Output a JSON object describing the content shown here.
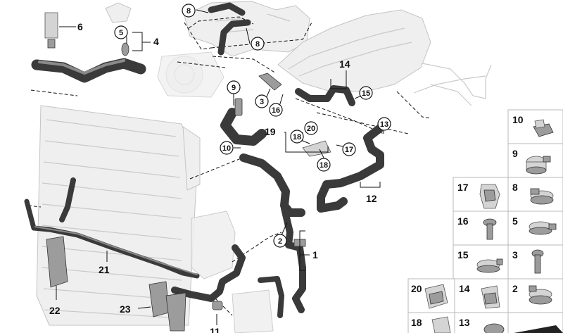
{
  "diagram": {
    "callouts": {
      "c1": "1",
      "c4": "4",
      "c6": "6",
      "c11": "11",
      "c12": "12",
      "c14": "14",
      "c19": "19",
      "c21": "21",
      "c22": "22",
      "c23": "23"
    },
    "circled": {
      "b8a": "8",
      "b8b": "8",
      "b5": "5",
      "b9": "9",
      "b3": "3",
      "b16": "16",
      "b15": "15",
      "b13": "13",
      "b20": "20",
      "b18a": "18",
      "b17": "17",
      "b10": "10",
      "b18b": "18",
      "b2": "2"
    },
    "parts_grid": {
      "r0c1": "10",
      "r1c1": "9",
      "r2c0": "17",
      "r2c1": "8",
      "r3c0": "16",
      "r3c1": "5",
      "r4c0": "15",
      "r4c1": "3",
      "r5a": "20",
      "r5b": "14",
      "r5c": "2",
      "r6a": "18",
      "r6b": "13"
    }
  }
}
